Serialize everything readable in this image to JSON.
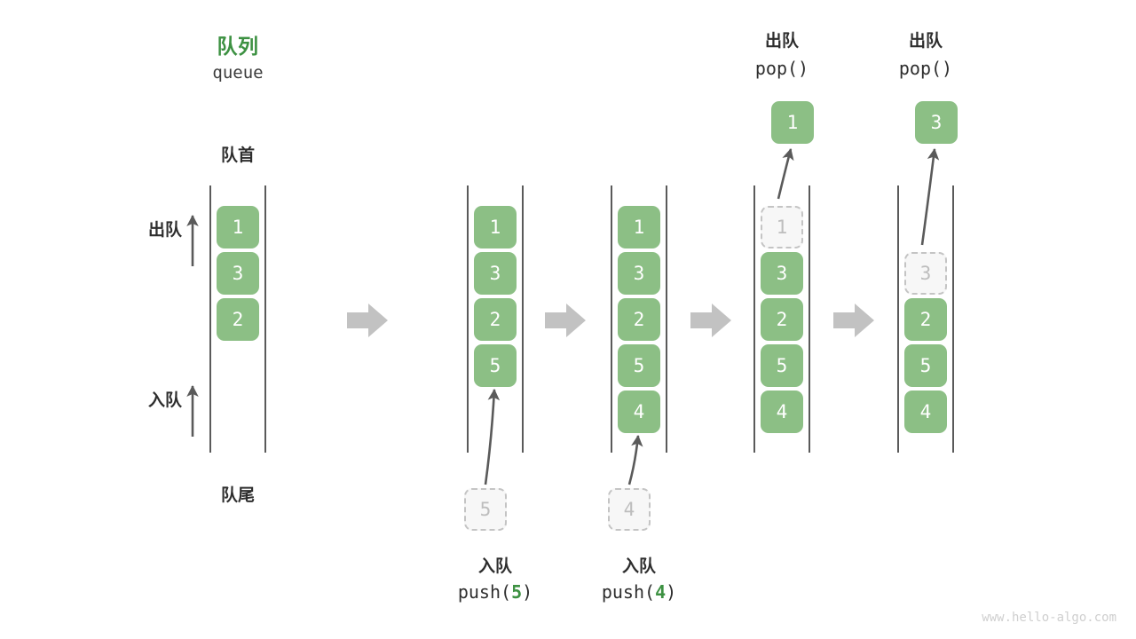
{
  "diagram": {
    "title_cn": "队列",
    "title_en": "queue",
    "head_label": "队首",
    "tail_label": "队尾",
    "dequeue_label": "出队",
    "enqueue_label": "入队",
    "watermark": "www.hello-algo.com",
    "accent_green": "#3d9142",
    "cell_green": "#8cbf85",
    "ghost_gray": "#c4c4c4",
    "rail_gray": "#5a5a5a",
    "arrow_gray": "#c2c2c2",
    "text_dark": "#2e2e2e"
  },
  "steps": [
    {
      "id": "initial",
      "cells": [
        "1",
        "3",
        "2"
      ],
      "ghost_slot": null,
      "ghost_value": null,
      "op_head_cn": null,
      "op_head_en": null,
      "op_result": null,
      "incoming_value": null,
      "op_foot_cn": null,
      "op_foot_en_prefix": null,
      "op_foot_en_arg": null,
      "op_foot_en_suffix": null
    },
    {
      "id": "push-5",
      "cells": [
        "1",
        "3",
        "2",
        "5"
      ],
      "ghost_slot": null,
      "ghost_value": null,
      "op_head_cn": null,
      "op_head_en": null,
      "op_result": null,
      "incoming_value": "5",
      "op_foot_cn": "入队",
      "op_foot_en_prefix": "push(",
      "op_foot_en_arg": "5",
      "op_foot_en_suffix": ")"
    },
    {
      "id": "push-4",
      "cells": [
        "1",
        "3",
        "2",
        "5",
        "4"
      ],
      "ghost_slot": null,
      "ghost_value": null,
      "op_head_cn": null,
      "op_head_en": null,
      "op_result": null,
      "incoming_value": "4",
      "op_foot_cn": "入队",
      "op_foot_en_prefix": "push(",
      "op_foot_en_arg": "4",
      "op_foot_en_suffix": ")"
    },
    {
      "id": "pop-1",
      "cells": [
        null,
        "3",
        "2",
        "5",
        "4"
      ],
      "ghost_slot": 0,
      "ghost_value": "1",
      "op_head_cn": "出队",
      "op_head_en": "pop()",
      "op_result": "1",
      "incoming_value": null,
      "op_foot_cn": null,
      "op_foot_en_prefix": null,
      "op_foot_en_arg": null,
      "op_foot_en_suffix": null
    },
    {
      "id": "pop-3",
      "cells": [
        null,
        null,
        "2",
        "5",
        "4"
      ],
      "ghost_slot": 1,
      "ghost_value": "3",
      "op_head_cn": "出队",
      "op_head_en": "pop()",
      "op_result": "3",
      "incoming_value": null,
      "op_foot_cn": null,
      "op_foot_en_prefix": null,
      "op_foot_en_arg": null,
      "op_foot_en_suffix": null
    }
  ],
  "separator_arrows": 4
}
